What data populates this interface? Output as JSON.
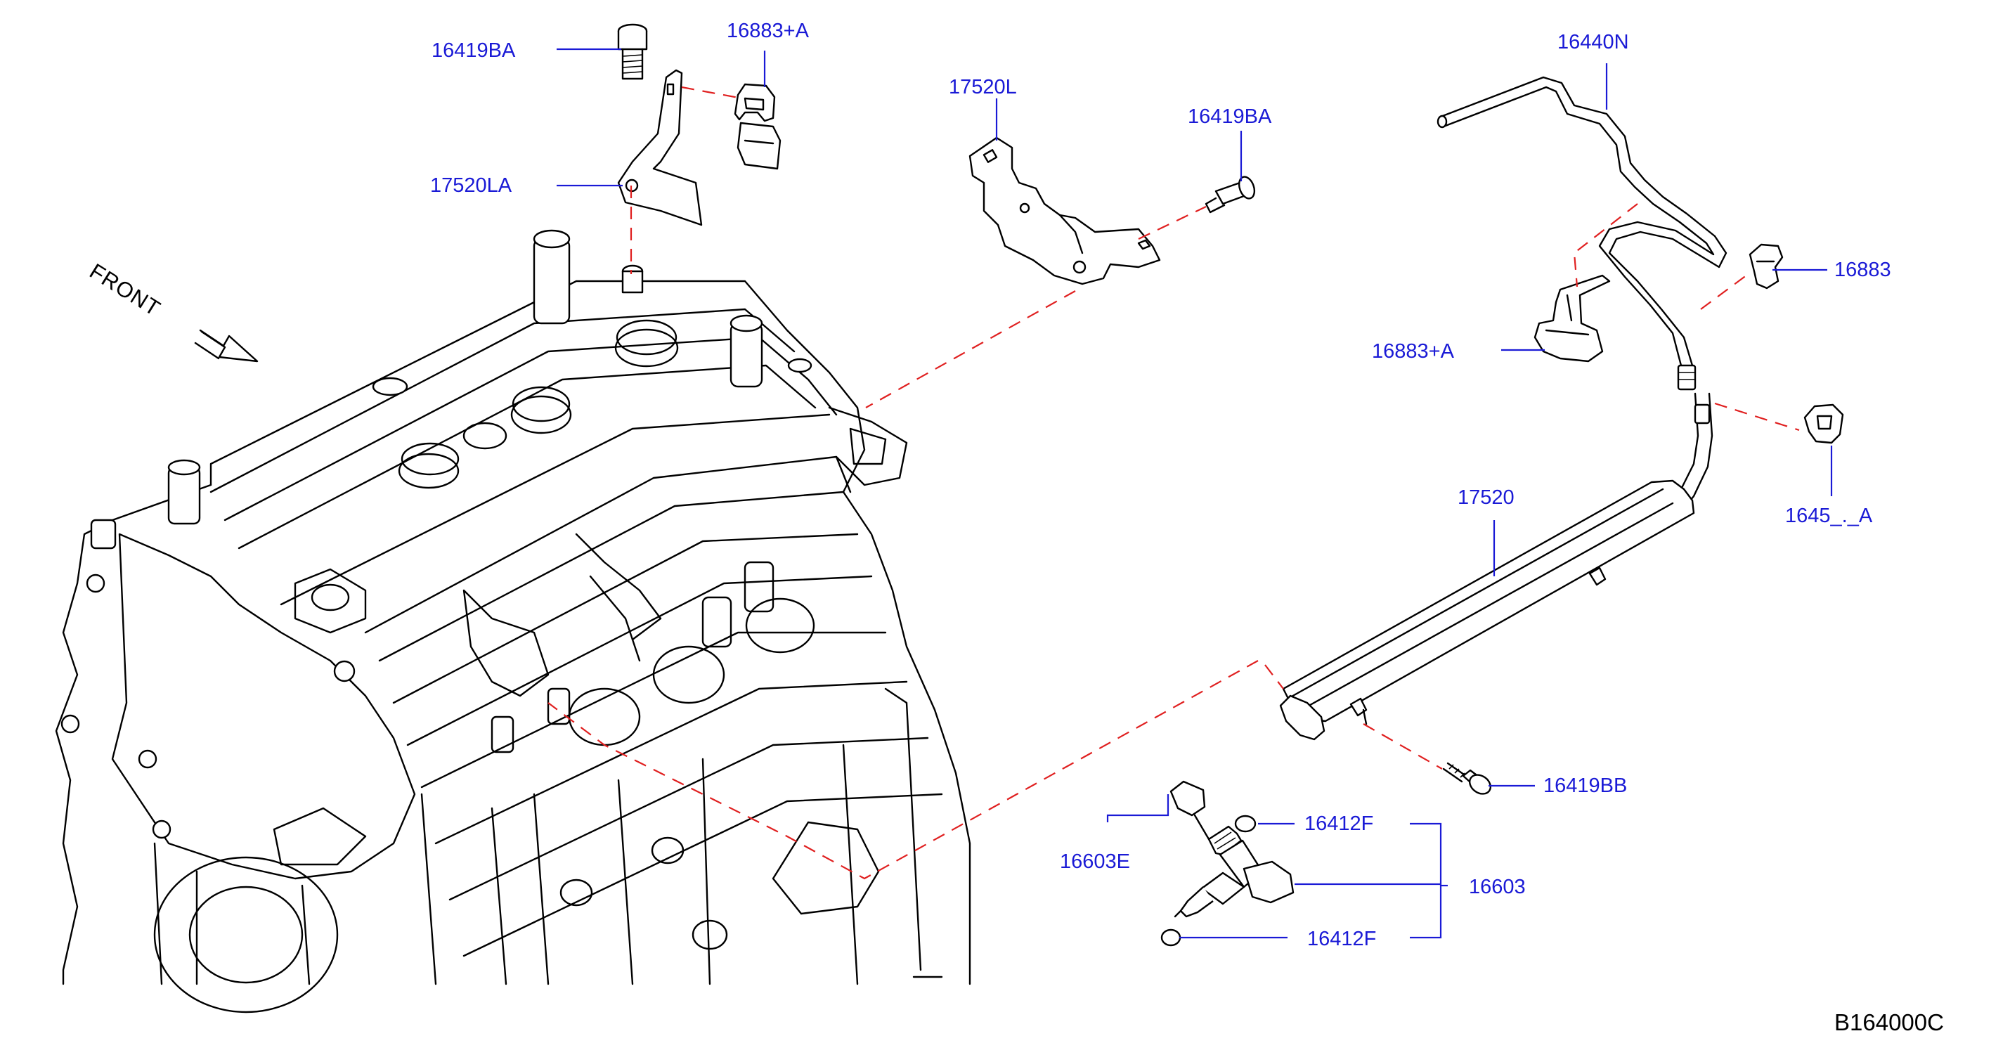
{
  "diagram": {
    "front_label": "FRONT",
    "diagram_code": "B164000C",
    "callouts": [
      {
        "id": "c1",
        "text": "16419BA"
      },
      {
        "id": "c2",
        "text": "16883+A"
      },
      {
        "id": "c3",
        "text": "17520LA"
      },
      {
        "id": "c4",
        "text": "17520L"
      },
      {
        "id": "c5",
        "text": "16419BA"
      },
      {
        "id": "c6",
        "text": "16440N"
      },
      {
        "id": "c7",
        "text": "16883"
      },
      {
        "id": "c8",
        "text": "16883+A"
      },
      {
        "id": "c9",
        "text": "1645_._A"
      },
      {
        "id": "c10",
        "text": "17520"
      },
      {
        "id": "c11",
        "text": "16419BB"
      },
      {
        "id": "c12",
        "text": "16412F"
      },
      {
        "id": "c13",
        "text": "16603E"
      },
      {
        "id": "c14",
        "text": "16603"
      },
      {
        "id": "c15",
        "text": "16412F"
      }
    ],
    "colors": {
      "callout": "#1a1ad6",
      "leader": "#1a1ad6",
      "dashed_guide": "#e02020",
      "line_art": "#000000"
    }
  }
}
